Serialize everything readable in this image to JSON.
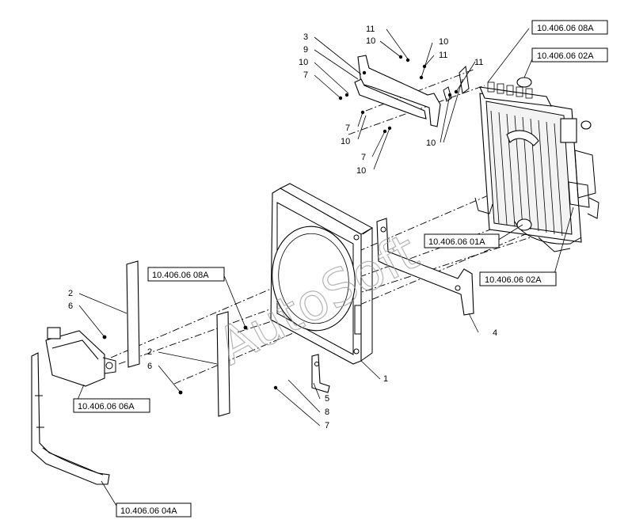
{
  "watermark": "AutoSoft",
  "references": {
    "r1": "10.406.06 08A",
    "r2": "10.406.06 02A",
    "r3": "10.406.06 01A",
    "r4": "10.406.06 02A",
    "r5": "10.406.06 08A",
    "r6": "10.406.06 06A",
    "r7": "10.406.06 04A"
  },
  "callouts": {
    "c3": "3",
    "c9": "9",
    "c10a": "10",
    "c7a": "7",
    "c11a": "11",
    "c10b": "10",
    "c10c": "10",
    "c11b": "11",
    "c11c": "11",
    "c7b": "7",
    "c10d": "10",
    "c7c": "7",
    "c10e": "10",
    "c10f": "10",
    "c2a": "2",
    "c6a": "6",
    "c2b": "2",
    "c6b": "6",
    "c1": "1",
    "c4": "4",
    "c5": "5",
    "c8": "8",
    "c7d": "7"
  }
}
